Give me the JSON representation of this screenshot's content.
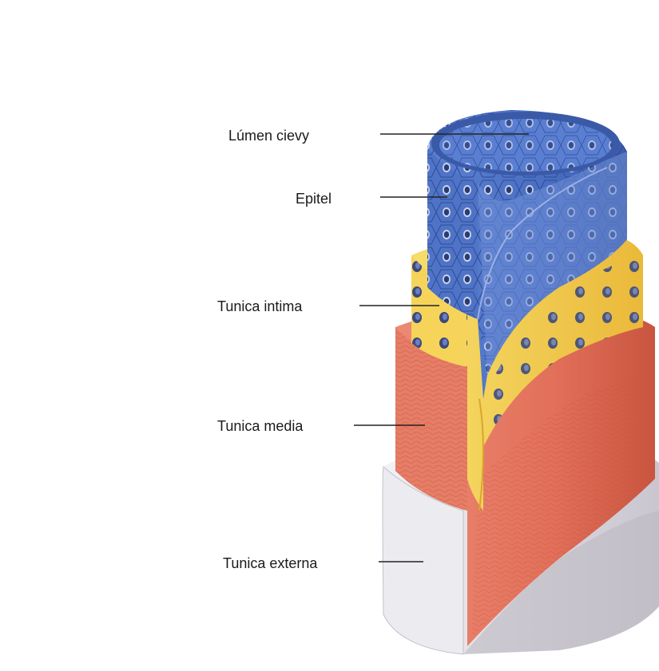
{
  "diagram": {
    "labels": [
      {
        "id": "lumen",
        "text": "Lúmen cievy"
      },
      {
        "id": "epitel",
        "text": "Epitel"
      },
      {
        "id": "intima",
        "text": "Tunica intima"
      },
      {
        "id": "media",
        "text": "Tunica media"
      },
      {
        "id": "externa",
        "text": "Tunica externa"
      }
    ],
    "colors": {
      "epithelium": "#4a6fc4",
      "intima": "#f4d148",
      "media": "#e0735a",
      "externa": "#e4e2e8"
    }
  }
}
